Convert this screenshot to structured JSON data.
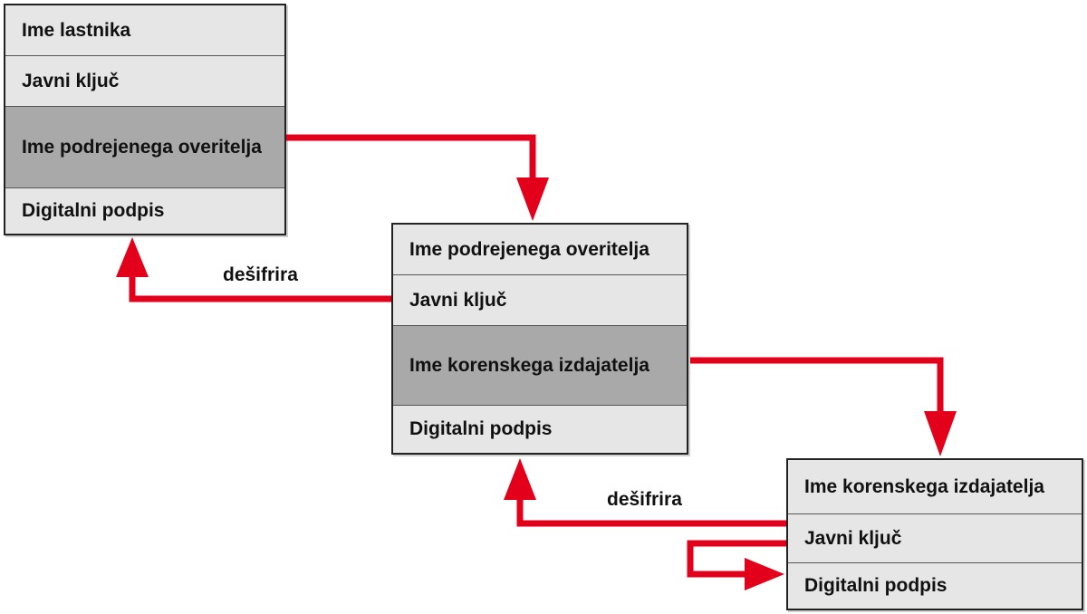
{
  "certificates": {
    "owner": {
      "fields": [
        "Ime lastnika",
        "Javni ključ",
        "Ime podrejenega overitelja",
        "Digitalni podpis"
      ]
    },
    "subordinate": {
      "fields": [
        "Ime podrejenega overitelja",
        "Javni ključ",
        "Ime korenskega izdajatelja",
        "Digitalni podpis"
      ]
    },
    "root": {
      "fields": [
        "Ime korenskega izdajatelja",
        "Javni ključ",
        "Digitalni podpis"
      ]
    }
  },
  "labels": {
    "decrypt_1": "dešifrira",
    "decrypt_2": "dešifrira"
  },
  "colors": {
    "arrow": "#e2001a",
    "field_light": "#e6e6e6",
    "field_highlight": "#a9a9a9"
  }
}
